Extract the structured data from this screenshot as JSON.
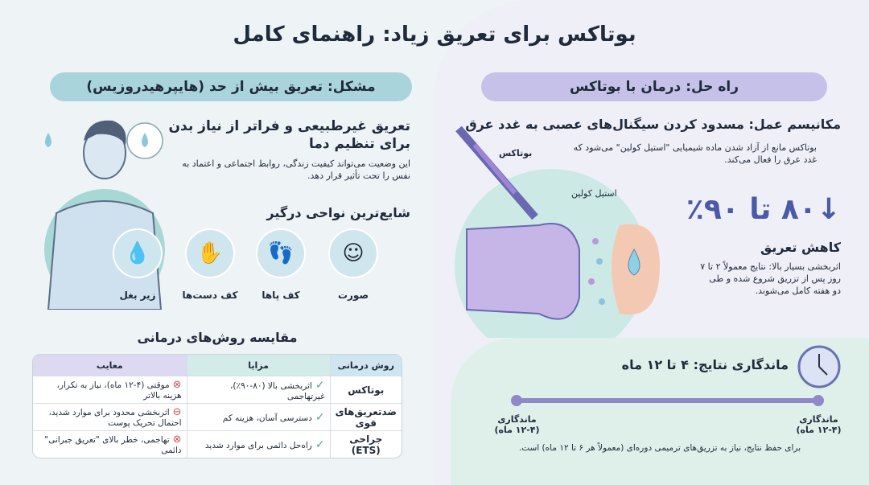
{
  "title": "بوتاکس برای تعریق زیاد: راهنمای کامل",
  "problem": {
    "header": "مشکل: تعریق بیش از حد (هایپرهیدروزیس)",
    "heading": "تعریق غیرطبیعی و فراتر از نیاز بدن برای تنظیم دما",
    "desc": "این وضعیت می‌تواند کیفیت زندگی، روابط اجتماعی و اعتماد به نفس را تحت تأثیر قرار دهد.",
    "areas_title": "شایع‌ترین نواحی درگیر",
    "areas": [
      {
        "label": "صورت",
        "icon": "face-icon"
      },
      {
        "label": "کف پاها",
        "icon": "foot-icon"
      },
      {
        "label": "کف دست‌ها",
        "icon": "hand-icon"
      },
      {
        "label": "زیر بغل",
        "icon": "armpit-icon"
      }
    ]
  },
  "comparison": {
    "title": "مقایسه روش‌های درمانی",
    "headers": [
      "روش درمانی",
      "مزایا",
      "معایب"
    ],
    "rows": [
      {
        "method": "بوتاکس",
        "pros": "اثربخشی بالا (۸۰-۹۰٪)، غیرتهاجمی",
        "cons": "موقتی (۴-۱۲ ماه)، نیاز به تکرار، هزینه بالاتر",
        "cons_icon": "x-circle-icon"
      },
      {
        "method": "ضدتعریق‌های قوی",
        "pros": "دسترسی آسان، هزینه کم",
        "cons": "اثربخشی محدود برای موارد شدید، احتمال تحریک پوست",
        "cons_icon": "minus-circle-icon"
      },
      {
        "method": "جراحی (ETS)",
        "pros": "راه‌حل دائمی برای موارد شدید",
        "cons": "تهاجمی، خطر بالای \"تعریق جبرانی\" دائمی",
        "cons_icon": "x-circle-icon"
      }
    ],
    "check": "✓",
    "x": "⊗",
    "minus": "⊖"
  },
  "solution": {
    "header": "راه حل: درمان با بوتاکس",
    "mechanism_title": "مکانیسم عمل: مسدود کردن سیگنال‌های عصبی به غدد عرق",
    "mechanism_desc": "بوتاکس مانع از آزاد شدن ماده شیمیایی \"استیل کولین\" می‌شود که غدد عرق را فعال می‌کند.",
    "label_botox": "بوتاکس",
    "label_ach": "استیل کولین",
    "stat": "۸۰ تا ۹۰٪",
    "stat_arrow": "↓",
    "stat_title": "کاهش تعریق",
    "stat_desc": "اثربخشی بسیار بالا: نتایج معمولاً ۲ تا ۷ روز پس از تزریق شروع شده و طی دو هفته کامل می‌شوند."
  },
  "duration": {
    "title": "ماندگاری نتایج: ۴ تا ۱۲ ماه",
    "timeline_left": "ماندگاری (۴-۱۲ ماه)",
    "timeline_right": "ماندگاری (۴-۱۲ ماه)",
    "note": "برای حفظ نتایج، نیاز به تزریق‌های ترمیمی دوره‌ای (معمولاً هر ۶ تا ۱۲ ماه) است."
  },
  "colors": {
    "teal_pill": "#a9d4dc",
    "lavender_pill": "#c5c1e8",
    "stat": "#4a5aa8",
    "timeline": "#8f89c8"
  }
}
